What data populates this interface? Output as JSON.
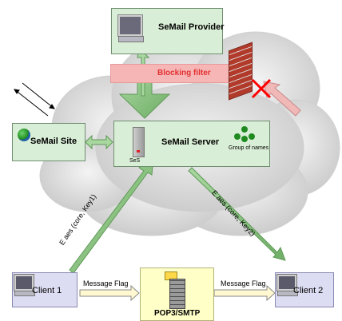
{
  "provider": {
    "label": "SeMail Provider"
  },
  "filter": {
    "label": "Blocking filter"
  },
  "site": {
    "label": "SeMail Site"
  },
  "server": {
    "label": "SeMail Server",
    "box_label": "SeS",
    "group_label": "Group of names"
  },
  "arrows": {
    "left_label": "E aes (core, Key1)",
    "right_label": "E aes (core, Key2)"
  },
  "clients": {
    "client1": "Client 1",
    "client2": "Client 2"
  },
  "flags": {
    "left": "Message Flag",
    "right": "Message Flag"
  },
  "pop": {
    "label": "POP3/SMTP"
  }
}
